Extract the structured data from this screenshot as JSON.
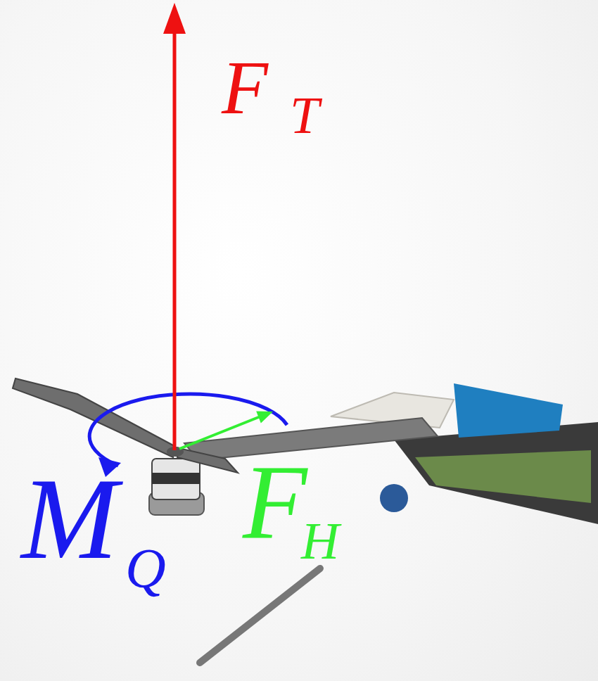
{
  "diagram": {
    "labels": [
      "F",
      "T",
      "F",
      "H",
      "M",
      "Q"
    ]
  }
}
